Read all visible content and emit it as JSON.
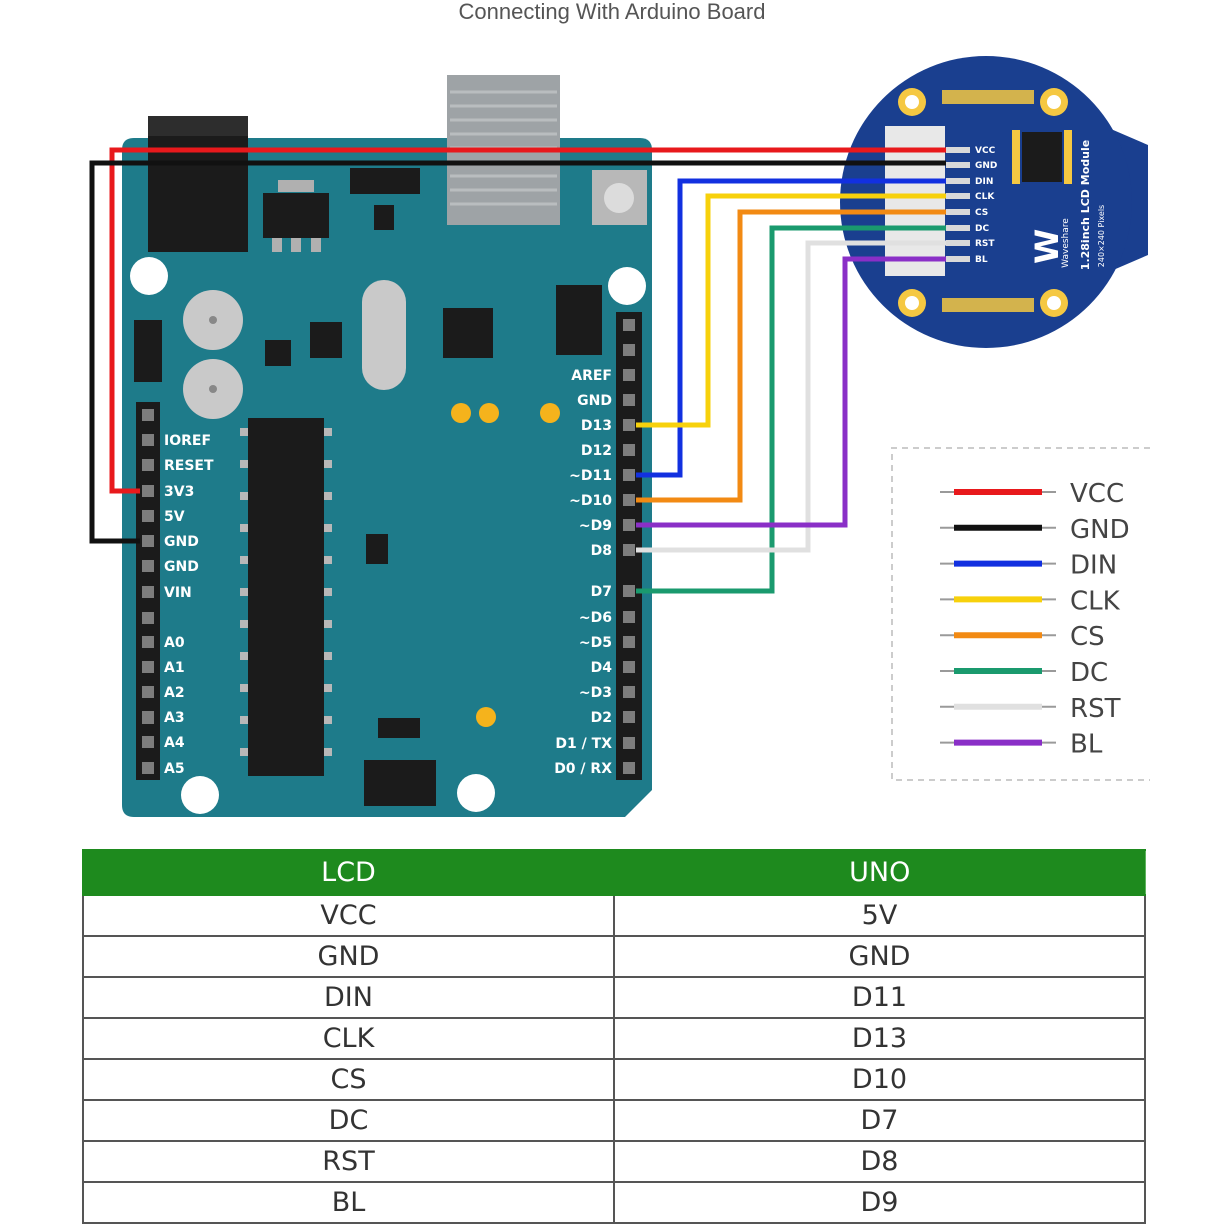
{
  "title": "Connecting With Arduino Board",
  "colors": {
    "board": "#1e7b8a",
    "module": "#1a3f8f",
    "header_green": "#1e8a1e",
    "wire_vcc": "#e8191c",
    "wire_gnd": "#111111",
    "wire_din": "#1230e0",
    "wire_clk": "#f7d10c",
    "wire_cs": "#f28a13",
    "wire_dc": "#1a9a6e",
    "wire_rst": "#e0e0e0",
    "wire_bl": "#8a2fc7"
  },
  "arduino": {
    "left_pins": [
      "IOREF",
      "RESET",
      "3V3",
      "5V",
      "GND",
      "GND",
      "VIN"
    ],
    "analog_pins": [
      "A0",
      "A1",
      "A2",
      "A3",
      "A4",
      "A5"
    ],
    "right_top_pins": [
      "AREF",
      "GND",
      "D13",
      "D12",
      "~D11",
      "~D10",
      "~D9",
      "D8"
    ],
    "right_bottom_pins": [
      "D7",
      "~D6",
      "~D5",
      "D4",
      "~D3",
      "D2",
      "D1 / TX",
      "D0 / RX"
    ]
  },
  "module": {
    "pins": [
      "VCC",
      "GND",
      "DIN",
      "CLK",
      "CS",
      "DC",
      "RST",
      "BL"
    ],
    "name": "1.28inch LCD Module",
    "pixels": "240×240 Pixels",
    "brand": "Waveshare"
  },
  "legend": [
    "VCC",
    "GND",
    "DIN",
    "CLK",
    "CS",
    "DC",
    "RST",
    "BL"
  ],
  "table": {
    "headers": [
      "LCD",
      "UNO"
    ],
    "rows": [
      [
        "VCC",
        "5V"
      ],
      [
        "GND",
        "GND"
      ],
      [
        "DIN",
        "D11"
      ],
      [
        "CLK",
        "D13"
      ],
      [
        "CS",
        "D10"
      ],
      [
        "DC",
        "D7"
      ],
      [
        "RST",
        "D8"
      ],
      [
        "BL",
        "D9"
      ]
    ]
  }
}
